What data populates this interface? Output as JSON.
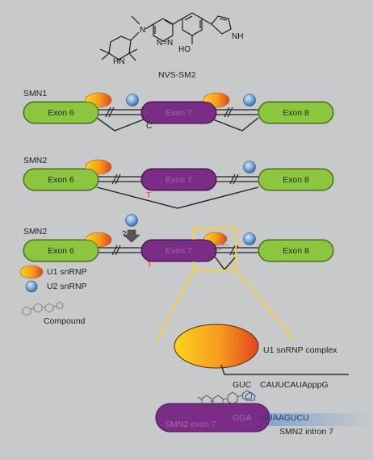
{
  "compound_name": "NVS-SM2",
  "structure_atoms": {
    "n_pyrimidine": "N=N",
    "ho": "HO",
    "hn_piperidine": "HN",
    "nh_pyrazole": "NH"
  },
  "row1": {
    "gene": "SMN1",
    "exon6": "Exon 6",
    "exon7": "Exon 7",
    "exon8": "Exon 8",
    "nucleotide": "C"
  },
  "row2": {
    "gene": "SMN2",
    "exon6": "Exon 6",
    "exon7": "Exon 7",
    "exon8": "Exon 8",
    "nucleotide": "T"
  },
  "row3": {
    "gene": "SMN2",
    "exon6": "Exon 6",
    "exon7": "Exon 7",
    "exon8": "Exon 8",
    "nucleotide": "T",
    "question": "?"
  },
  "legend": [
    {
      "label": "U1 snRNP",
      "icon": "u1-snrnp-icon"
    },
    {
      "label": "U2 snRNP",
      "icon": "u2-snrnp-icon"
    },
    {
      "label": "Compound",
      "icon": "compound-icon"
    }
  ],
  "zoom": {
    "complex_label": "U1 snRNP complex",
    "u1_seq_gu": "GUC",
    "u1_seq_rest": "CAUUCAUApppG",
    "exon_label": "SMN2 exon 7",
    "exon_end": "GGA",
    "intron_seq": "GUAAGUCU",
    "intron_label": "SMN2 intron 7"
  },
  "colors": {
    "background": "#c8c9ca",
    "exon_green": "#8cc63f",
    "exon_purple": "#7b2c86",
    "u1_gradient": [
      "#ffd21f",
      "#e8401c"
    ],
    "u2_blue": "#6f9fd0",
    "highlight": "#f5d23a",
    "mutation_red": "#e8401c"
  }
}
